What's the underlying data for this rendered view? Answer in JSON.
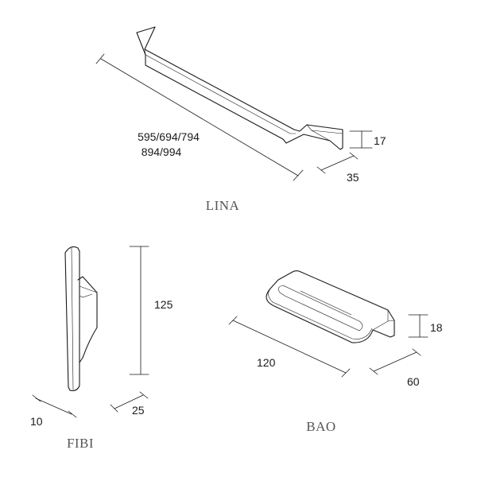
{
  "products": {
    "lina": {
      "name": "LINA",
      "length_line1": "595/694/794",
      "length_line2": "894/994",
      "height": "17",
      "depth": "35"
    },
    "fibi": {
      "name": "FIBI",
      "height": "125",
      "width": "10",
      "depth": "25"
    },
    "bao": {
      "name": "BAO",
      "length": "120",
      "height": "18",
      "depth": "60"
    }
  }
}
